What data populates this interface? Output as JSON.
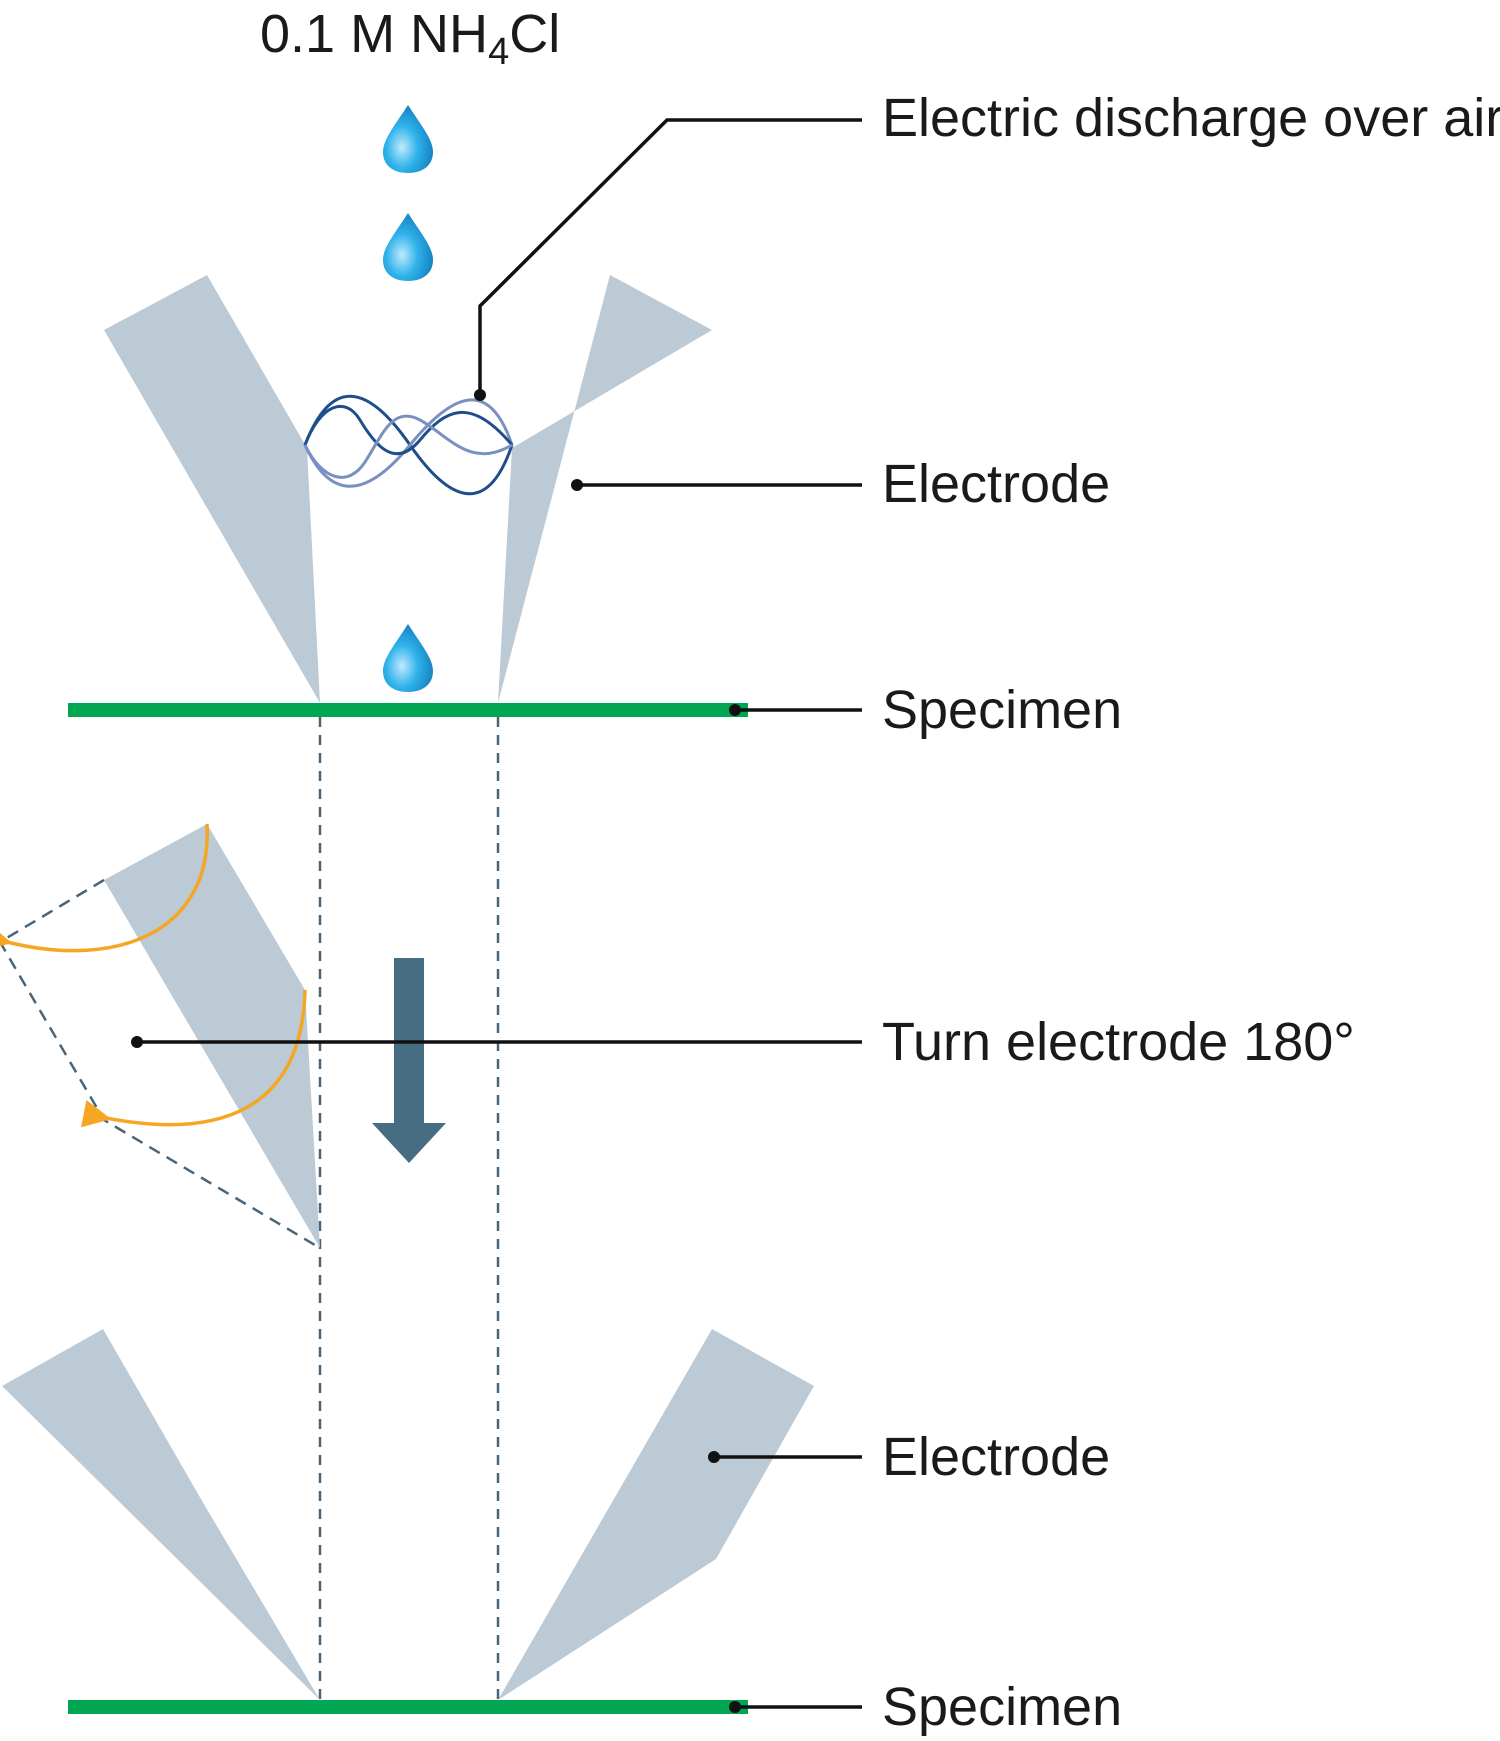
{
  "labels": {
    "solution_main": "0.1 M NH",
    "solution_sub": "4",
    "solution_tail": "Cl",
    "discharge": "Electric discharge over air",
    "electrode_top": "Electrode",
    "specimen_top": "Specimen",
    "turn": "Turn electrode 180°",
    "electrode_bottom": "Electrode",
    "specimen_bottom": "Specimen"
  },
  "colors": {
    "electrode": "#bccad5",
    "specimen": "#00a651",
    "drop": "#1b9ad6",
    "arc": "#f5a623",
    "arrow": "#476d82",
    "guide": "#4a6578",
    "discharge_dark": "#1f4e8c",
    "discharge_light": "#7a90c0",
    "leader": "#111111"
  },
  "icons": {
    "drop": "water-drop-icon",
    "arrow": "down-arrow-icon",
    "rotation": "curved-arrow-icon"
  }
}
